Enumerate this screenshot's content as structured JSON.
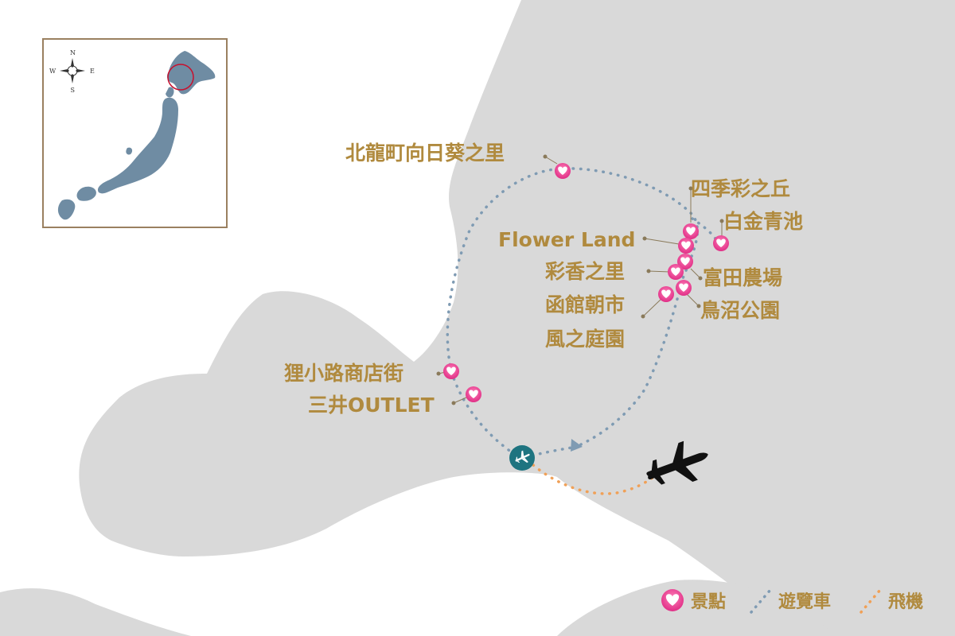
{
  "spots": [
    {
      "id": "sunflower",
      "label": "北龍町向日葵之里"
    },
    {
      "id": "shikisai",
      "label": "四季彩之丘"
    },
    {
      "id": "shirogane",
      "label": "白金青池"
    },
    {
      "id": "flowerland",
      "label": "Flower Land"
    },
    {
      "id": "saika",
      "label": "彩香之里"
    },
    {
      "id": "tomita",
      "label": "富田農場"
    },
    {
      "id": "hakodate",
      "label": "函館朝市"
    },
    {
      "id": "kaze",
      "label": "風之庭園"
    },
    {
      "id": "torinuma",
      "label": "鳥沼公園"
    },
    {
      "id": "tanukikoji",
      "label": "狸小路商店街"
    },
    {
      "id": "mitsui",
      "label": "三井OUTLET"
    }
  ],
  "compass": {
    "n": "N",
    "e": "E",
    "s": "S",
    "w": "W"
  },
  "legend": {
    "spot": "景點",
    "bus": "遊覽車",
    "flight": "飛機"
  },
  "colors": {
    "land": "#d9d9d9",
    "label": "#b08a3e",
    "bus_route": "#7f9bb3",
    "flight_route": "#f0a057",
    "spot_pin": "#e63c8c",
    "airport": "#1e7480",
    "inset_land": "#6f8ca3",
    "inset_border": "#9a8060"
  },
  "icons": [
    "heart-pin-icon",
    "airport-plane-icon",
    "airplane-icon",
    "compass-icon"
  ]
}
